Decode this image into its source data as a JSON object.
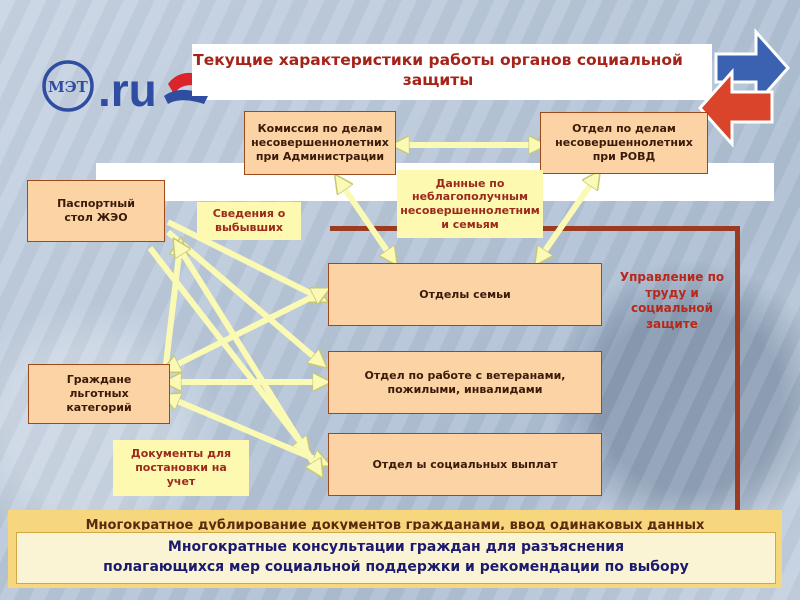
{
  "title": "Текущие характеристики работы органов социальной защиты",
  "logo": {
    "text": "МЭТ.ru",
    "colors": [
      "#2f4ea1",
      "#d8242a"
    ]
  },
  "nodes": {
    "commission": "Комиссия по делам несовершеннолетних при Администрации",
    "rovd": "Отдел по делам несовершеннолетних при РОВД",
    "passport": "Паспортный стол ЖЭО",
    "citizens": "Граждане льготных категорий",
    "family": "Отделы  семьи",
    "veterans": "Отдел   по работе с ветеранами, пожилыми, инвалидами",
    "payments": "Отдел ы  социальных выплат"
  },
  "labels": {
    "retired": "Сведения о выбывших",
    "families_data": "Данные по неблагополучным несовершеннолетним и семьям",
    "documents": "Документы для постановки на учет",
    "management": "Управление по труду и социальной защите"
  },
  "footer": {
    "line1": "Многократное дублирование документов гражданами, ввод одинаковых данных",
    "line2": "Многократные консультации граждан для разъяснения",
    "line3": "полагающихся мер социальной поддержки и рекомендации по выбору"
  },
  "colors": {
    "title_text": "#a52319",
    "node_fill": "#fbd3a4",
    "label_fill": "#fdf9b0",
    "arrow_fill": "#fafab4",
    "frame": "#9b3b22"
  }
}
